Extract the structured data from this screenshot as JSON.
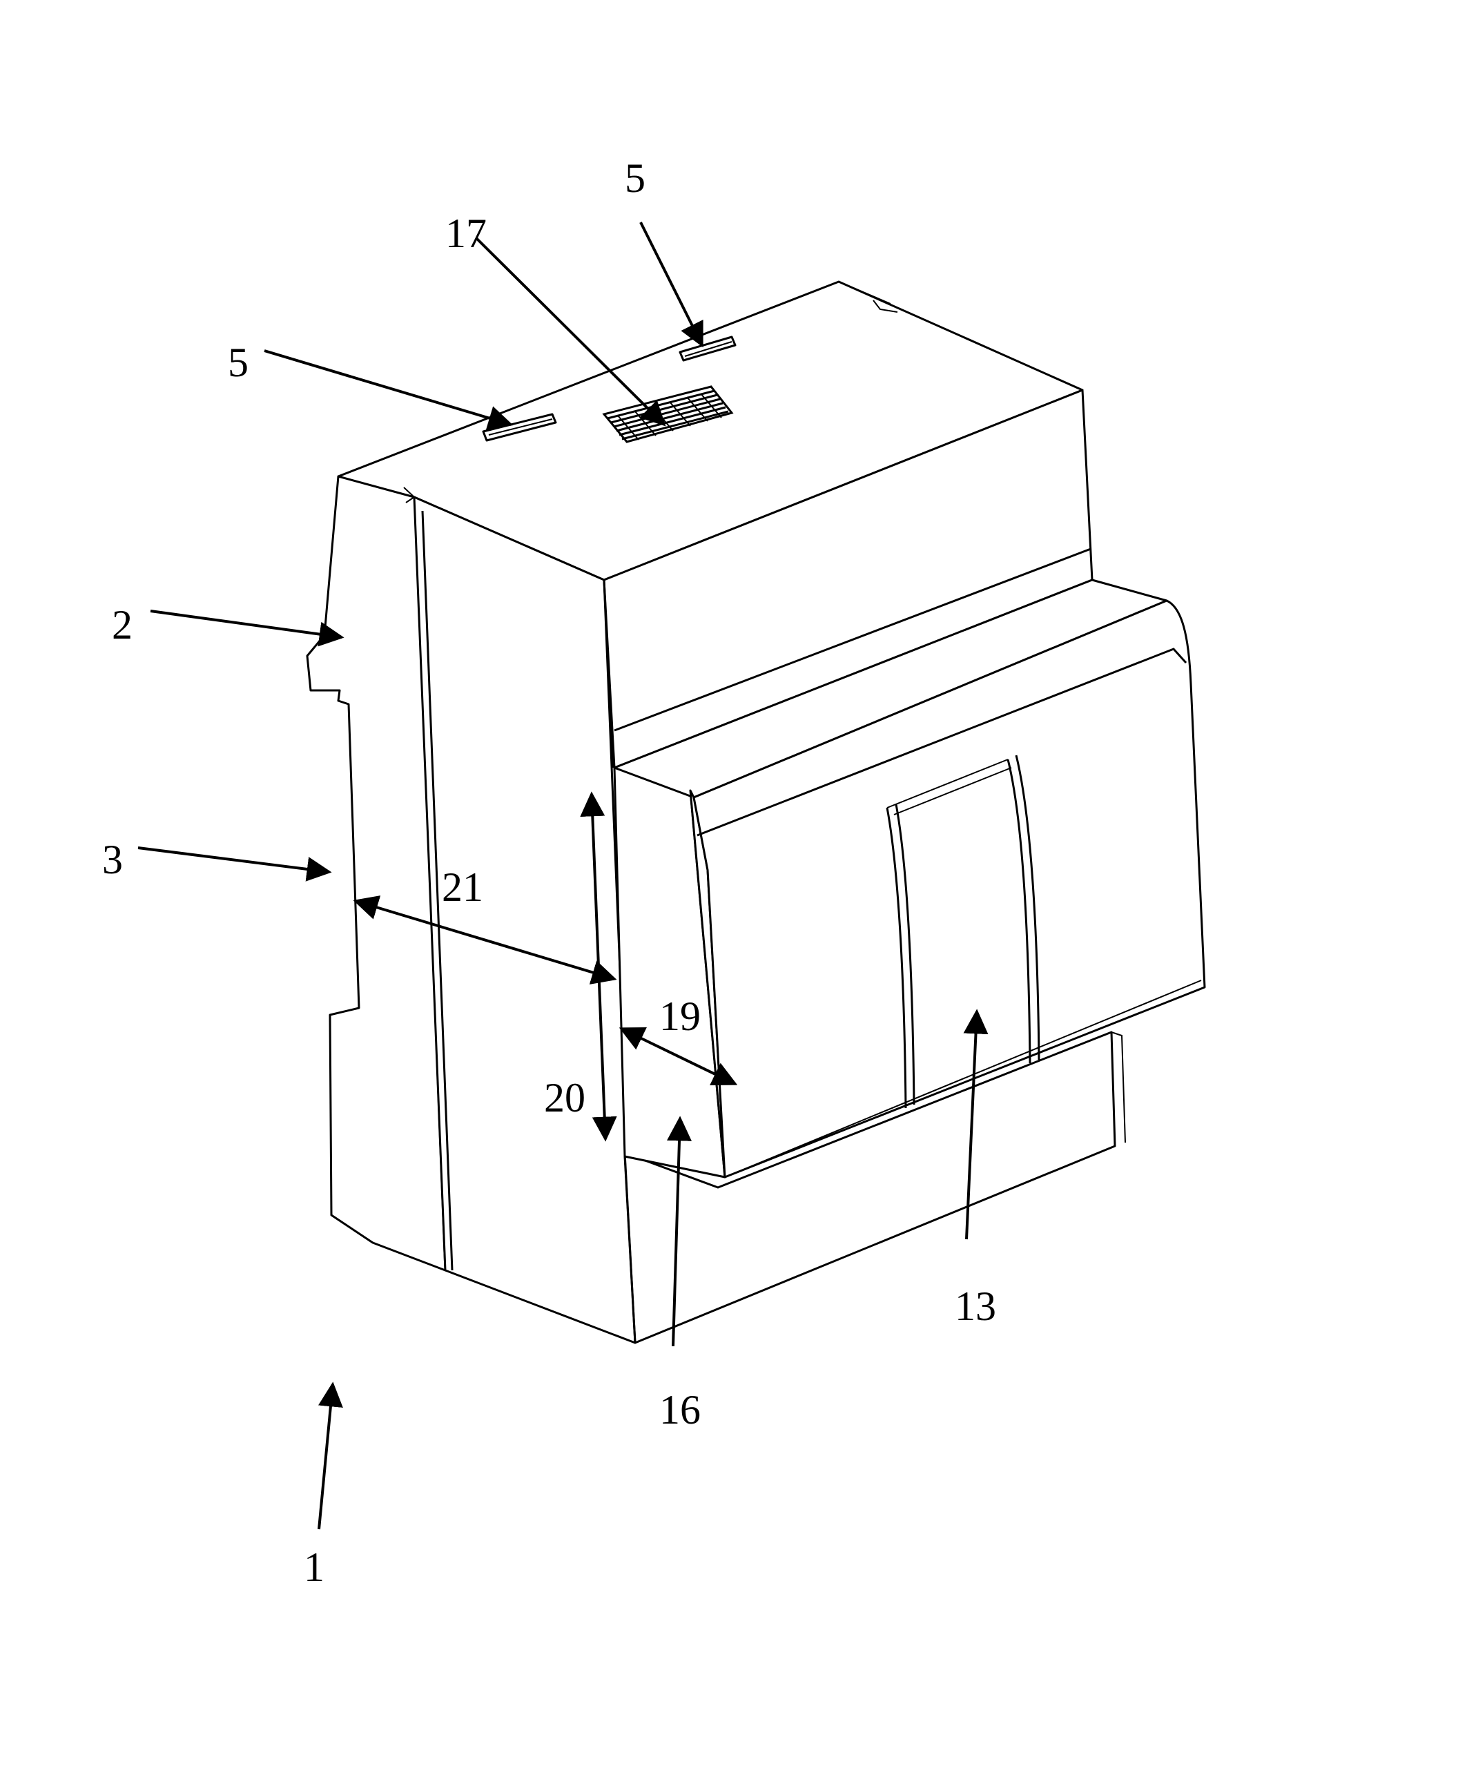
{
  "figure": {
    "labels": {
      "device": "1",
      "upper_side": "2",
      "lower_side": "3",
      "slot_left": "5",
      "slot_right": "5",
      "front_cover": "13",
      "face_panel": "16",
      "vent": "17",
      "dim_19": "19",
      "dim_20": "20",
      "dim_21": "21"
    }
  }
}
